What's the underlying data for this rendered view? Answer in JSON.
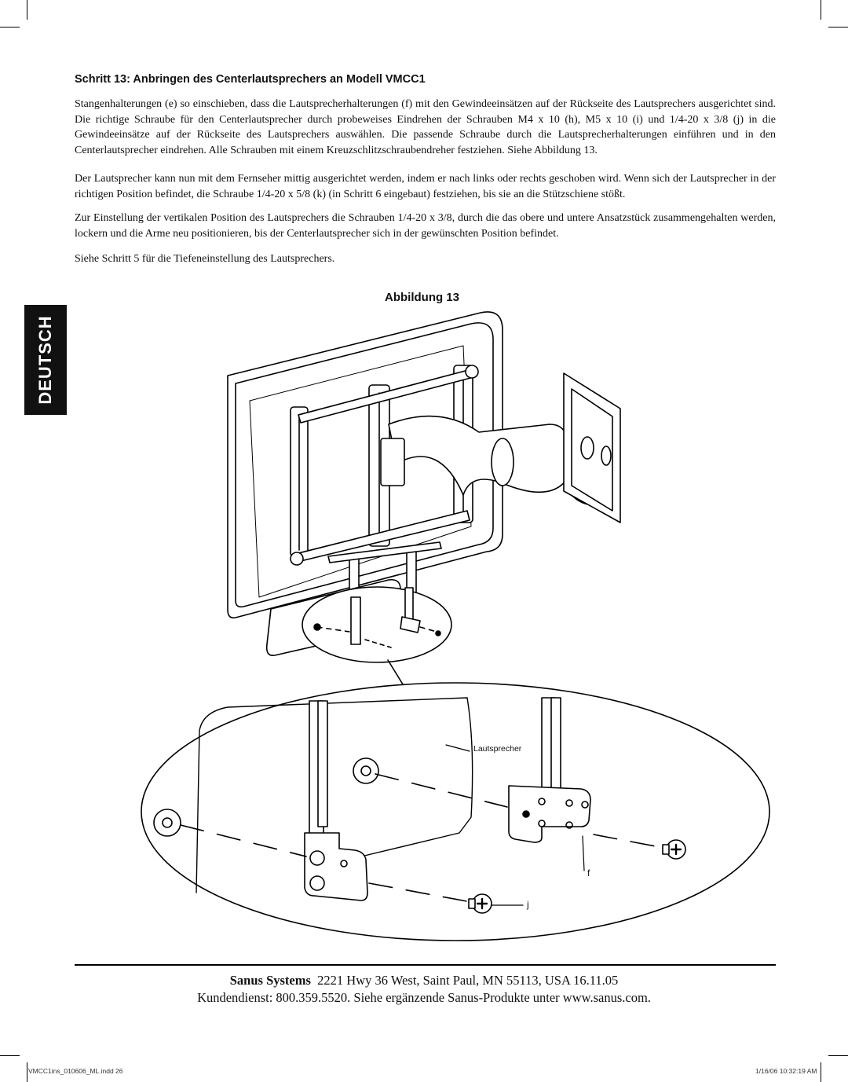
{
  "heading": "Schritt 13: Anbringen des Centerlautsprechers an Modell VMCC1",
  "paragraphs": [
    "Stangenhalterungen (e) so einschieben, dass die Lautsprecherhalterungen (f) mit den Gewindeeinsätzen auf der Rückseite des Lautsprechers ausgerichtet sind. Die richtige Schraube für den Centerlautsprecher durch probeweises Eindrehen der Schrauben M4 x 10 (h), M5 x 10 (i) und 1/4-20 x 3/8 (j) in die Gewindeeinsätze auf der Rückseite des Lautsprechers auswählen. Die passende Schraube durch die Lautsprecherhalterungen einführen und in den Centerlautsprecher eindrehen. Alle Schrauben mit einem Kreuzschlitzschraubendreher festziehen. Siehe Abbildung 13.",
    "Der Lautsprecher kann nun mit dem Fernseher mittig ausgerichtet werden, indem er nach links oder rechts geschoben wird. Wenn sich der Lautsprecher in der richtigen Position befindet, die Schraube 1/4-20 x 5/8 (k) (in Schritt 6 eingebaut) festziehen, bis sie an die Stützschiene stößt.",
    "Zur Einstellung der vertikalen Position des Lautsprechers die Schrauben 1/4-20 x 3/8, durch die das obere und untere Ansatzstück zusammengehalten werden, lockern und die Arme neu positionieren, bis der Centerlautsprecher sich in der gewünschten Position befindet.",
    "Siehe Schritt 5 für die Tiefeneinstellung des Lautsprechers."
  ],
  "language_tab": "DEUTSCH",
  "figure": {
    "title": "Abbildung 13",
    "label_speaker": "Lautsprecher",
    "label_f": "f",
    "label_j": "j"
  },
  "footer": {
    "company": "Sanus Systems",
    "address": "2221 Hwy 36 West, Saint Paul, MN 55113, USA  16.11.05",
    "service": "Kundendienst: 800.359.5520. Siehe ergänzende Sanus-Produkte unter www.sanus.com."
  },
  "slug": {
    "file": "VMCC1ins_010606_ML.indd   26",
    "timestamp": "1/16/06   10:32:19 AM"
  }
}
